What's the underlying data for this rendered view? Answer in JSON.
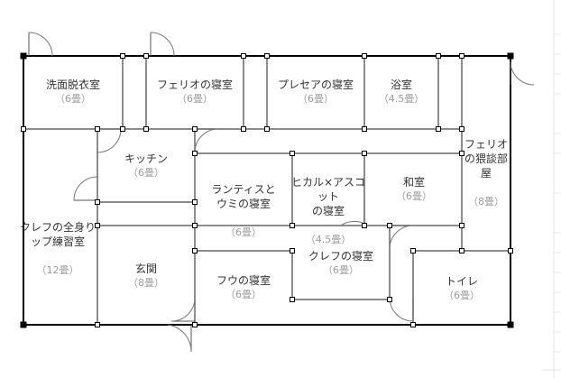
{
  "plan": {
    "rooms": [
      {
        "id": "washroom",
        "name": "洗面脱衣室",
        "size": "（6畳）"
      },
      {
        "id": "ferio-bedroom",
        "name": "フェリオの寝室",
        "size": "（6畳）"
      },
      {
        "id": "presea-bedroom",
        "name": "プレセアの寝室",
        "size": "（6畳）"
      },
      {
        "id": "bathroom",
        "name": "浴室",
        "size": "（4.5畳）"
      },
      {
        "id": "ferio-lounge",
        "name": "フェリオ\nの猥談部\n屋",
        "size": "（8畳）"
      },
      {
        "id": "kitchen",
        "name": "キッチン",
        "size": "（6畳）"
      },
      {
        "id": "lantis-umi-bedroom",
        "name": "ランティスと\nウミの寝室",
        "size": "（6畳）"
      },
      {
        "id": "hikaru-ascot-bedroom",
        "name": "ヒカル×アスコ\nット\nの寝室",
        "size": "（4.5畳）"
      },
      {
        "id": "japanese-room",
        "name": "和室",
        "size": "（6畳）"
      },
      {
        "id": "clef-mirror-room",
        "name": "クレフの全身り\nップ練習室",
        "size": "（12畳）"
      },
      {
        "id": "entrance",
        "name": "玄関",
        "size": "（8畳）"
      },
      {
        "id": "fuu-bedroom",
        "name": "フウの寝室",
        "size": "（6畳）"
      },
      {
        "id": "clef-bedroom",
        "name": "クレフの寝室",
        "size": "（6畳）"
      },
      {
        "id": "toilet",
        "name": "トイレ",
        "size": "（6畳）"
      }
    ]
  }
}
